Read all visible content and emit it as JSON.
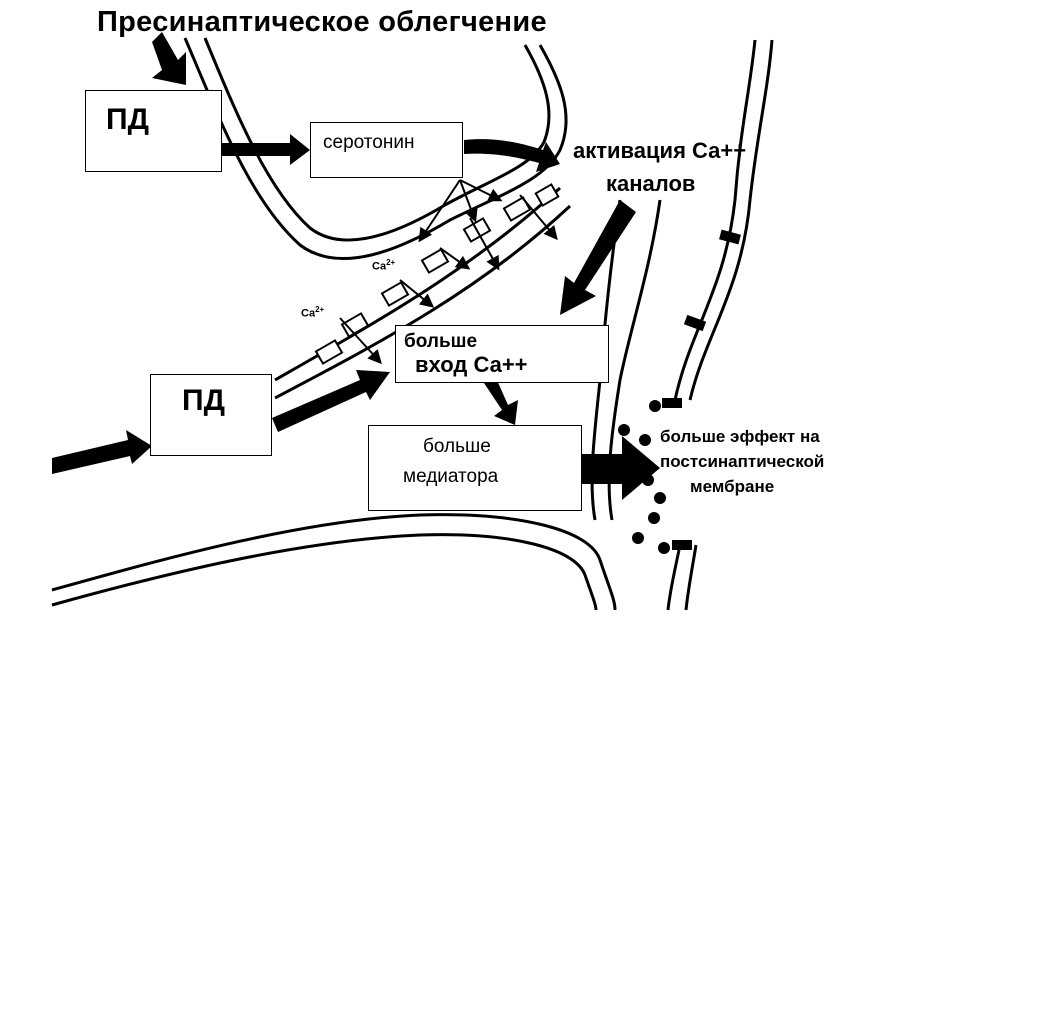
{
  "title": "Пресинаптическое облегчение",
  "boxes": {
    "pd_top": "ПД",
    "pd_bottom": "ПД",
    "serotonin": "серотонин",
    "more_inflow_line1": "больше",
    "more_inflow_line2": "вход Са++",
    "more_mediator_line1": "больше",
    "more_mediator_line2": "медиатора"
  },
  "labels": {
    "activation_line1": "активация Са++",
    "activation_line2": "каналов",
    "effect_line1": "больше эффект на",
    "effect_line2": "постсинаптической",
    "effect_line3": "мембране",
    "ca_ion_1": "Ca",
    "ca_ion_1_charge": "2+",
    "ca_ion_2": "Ca",
    "ca_ion_2_charge": "2+"
  },
  "colors": {
    "ink": "#000000",
    "paper": "#ffffff"
  }
}
